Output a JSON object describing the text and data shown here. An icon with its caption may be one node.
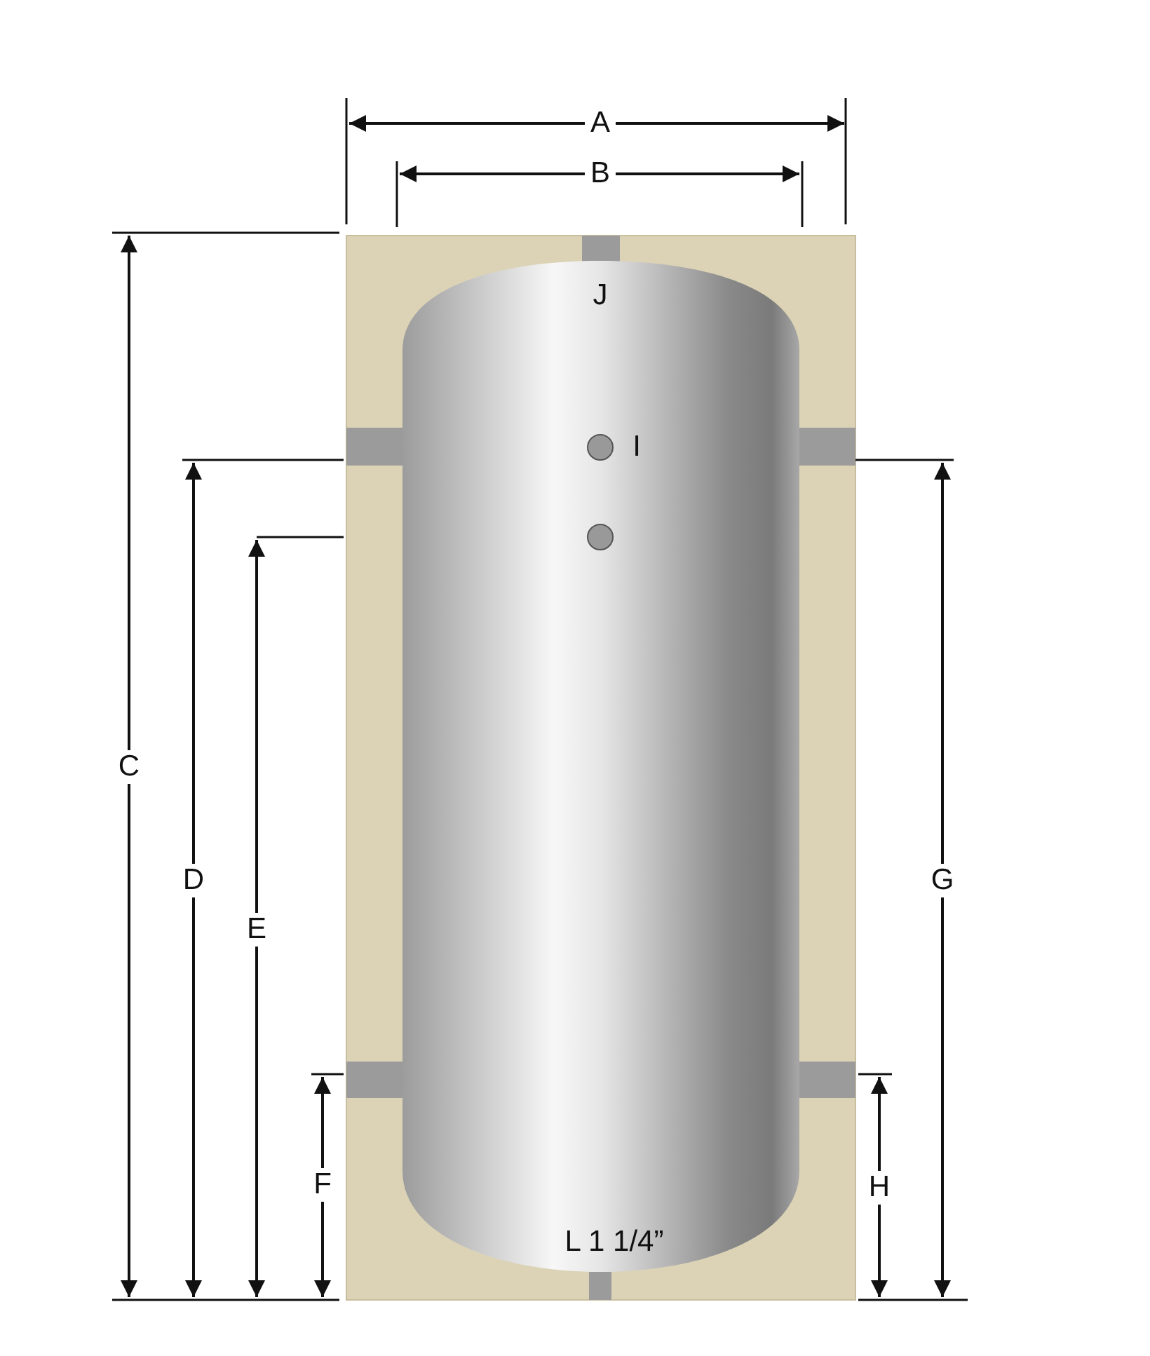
{
  "diagram": {
    "labels": [
      "A",
      "B",
      "J",
      "I",
      "C",
      "D",
      "G",
      "E",
      "F",
      "H",
      "L 1 1/4”"
    ]
  }
}
